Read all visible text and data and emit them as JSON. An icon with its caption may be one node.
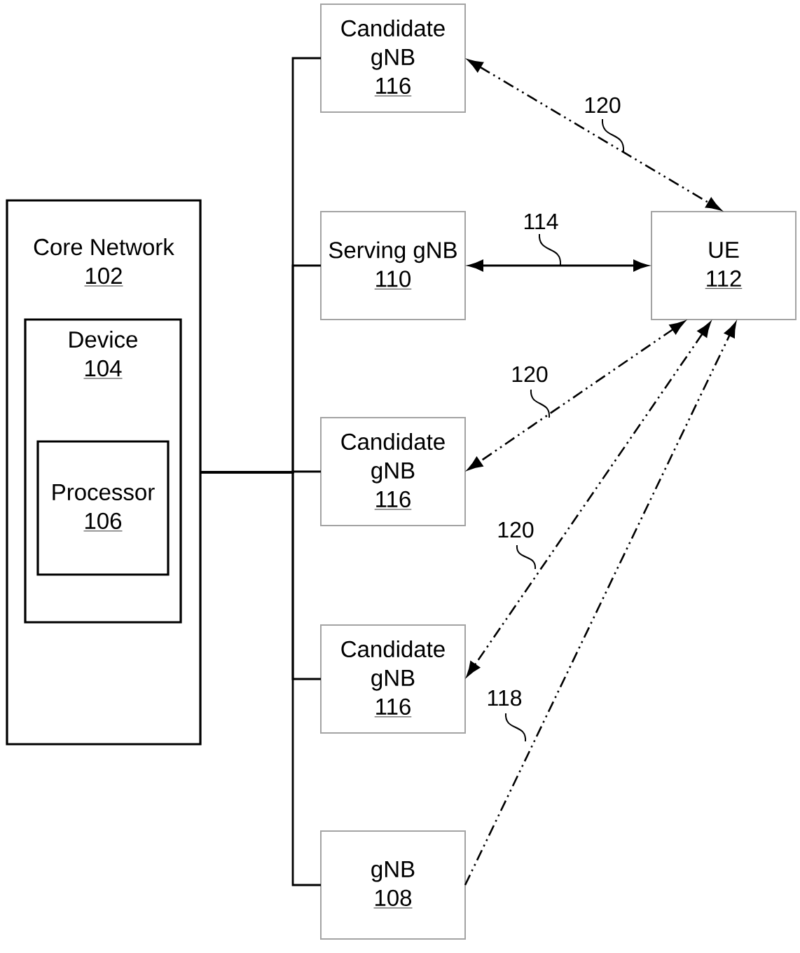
{
  "diagram": {
    "nodes": [
      {
        "text": [
          "Core Network",
          "102"
        ]
      },
      {
        "text": [
          "Device",
          "104"
        ],
        "in": 0
      },
      {
        "text": [
          "Processor",
          "106"
        ],
        "in": 1
      },
      {
        "text": [
          "Candidate gNB",
          "116"
        ]
      },
      {
        "text": [
          "Serving gNB",
          "110"
        ]
      },
      {
        "text": [
          "UE",
          "112"
        ]
      },
      {
        "text": [
          "Candidate gNB",
          "116"
        ]
      },
      {
        "text": [
          "Candidate gNB",
          "116"
        ]
      },
      {
        "text": [
          "gNB",
          "108"
        ]
      }
    ],
    "edges": [
      {
        "from": 0,
        "to": 3,
        "arrow": "none"
      },
      {
        "from": 0,
        "to": 4,
        "arrow": "none"
      },
      {
        "from": 0,
        "to": 6,
        "arrow": "none"
      },
      {
        "from": 0,
        "to": 7,
        "arrow": "none"
      },
      {
        "from": 0,
        "to": 8,
        "arrow": "none"
      },
      {
        "from": 3,
        "to": 5,
        "arrow": "both",
        "label": "120",
        "style": "dashed"
      },
      {
        "from": 4,
        "to": 5,
        "arrow": "both",
        "label": "114"
      },
      {
        "from": 5,
        "to": 6,
        "arrow": "both",
        "label": "120",
        "style": "dashed"
      },
      {
        "from": 5,
        "to": 7,
        "arrow": "both",
        "label": "120",
        "style": "dashed"
      },
      {
        "from": 8,
        "to": 5,
        "arrow": "to",
        "label": "118",
        "style": "dashed"
      }
    ]
  }
}
